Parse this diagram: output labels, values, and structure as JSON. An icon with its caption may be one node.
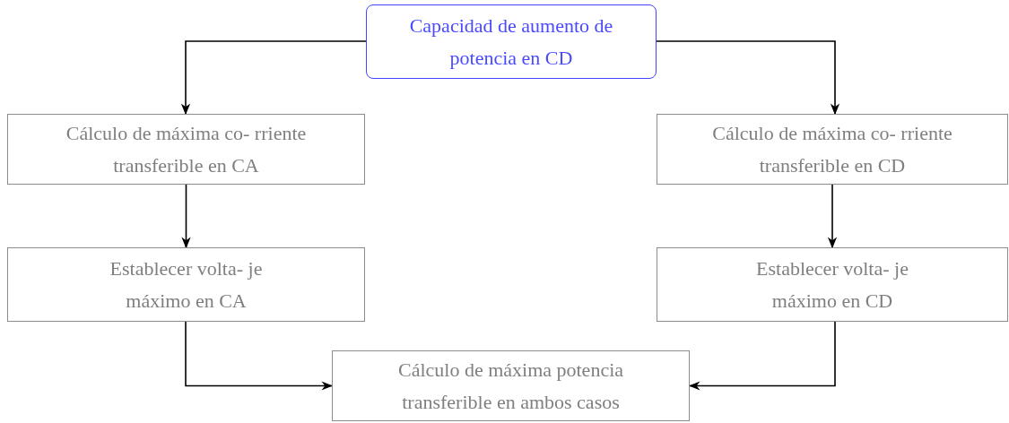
{
  "diagram": {
    "nodes": [
      {
        "text": [
          "Capacidad de aumento de potencia en CD"
        ]
      },
      {
        "text": [
          "Cálculo de máxima co- rriente transferible en CA"
        ]
      },
      {
        "text": [
          "Cálculo de máxima co- rriente transferible en CD"
        ]
      },
      {
        "text": [
          "Establecer volta- je máximo en CA"
        ]
      },
      {
        "text": [
          "Establecer volta- je máximo en CD"
        ]
      },
      {
        "text": [
          "Cálculo de máxima potencia transferible en ambos casos"
        ]
      }
    ],
    "edges": [
      {
        "from": 0,
        "to": 1,
        "arrow": "to"
      },
      {
        "from": 0,
        "to": 2,
        "arrow": "to"
      },
      {
        "from": 1,
        "to": 3,
        "arrow": "to"
      },
      {
        "from": 2,
        "to": 4,
        "arrow": "to"
      },
      {
        "from": 3,
        "to": 5,
        "arrow": "to"
      },
      {
        "from": 4,
        "to": 5,
        "arrow": "to"
      }
    ]
  }
}
